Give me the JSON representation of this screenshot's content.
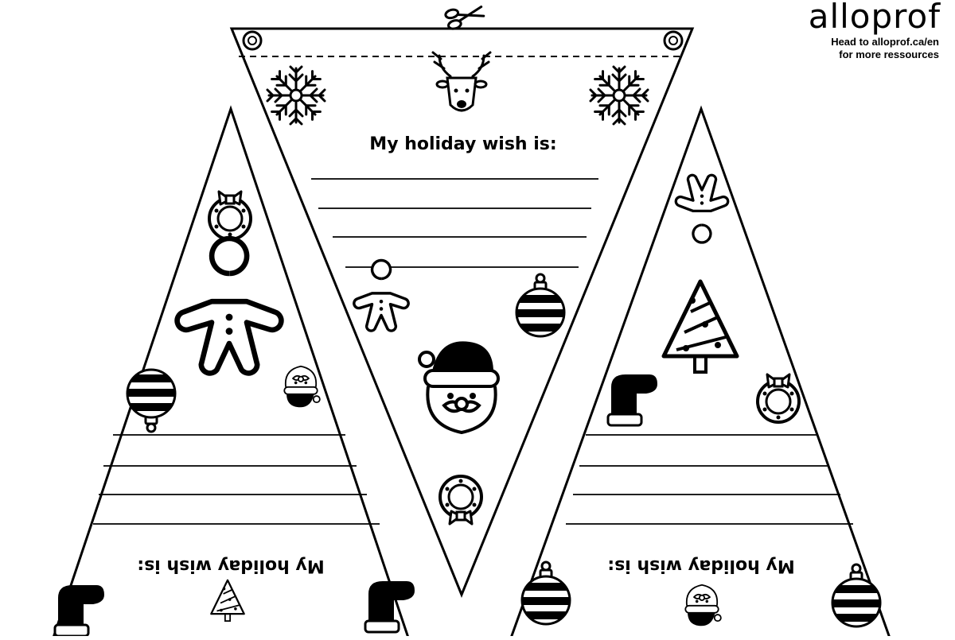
{
  "brand": {
    "logo": "alloprof",
    "line1": "Head to alloprof.ca/en",
    "line2": "for more ressources"
  },
  "wish_text": "My holiday wish is:",
  "icons": {
    "cut": "scissors-icon",
    "grommet": "grommet-icon",
    "snowflake": "snowflake-icon",
    "reindeer": "reindeer-icon",
    "gingerbread": "gingerbread-man-icon",
    "ornament": "ornament-icon",
    "santa": "santa-face-icon",
    "wreath": "wreath-icon",
    "stocking": "stocking-icon",
    "tree": "christmas-tree-icon"
  },
  "colors": {
    "ink": "#000000",
    "paper": "#ffffff"
  }
}
